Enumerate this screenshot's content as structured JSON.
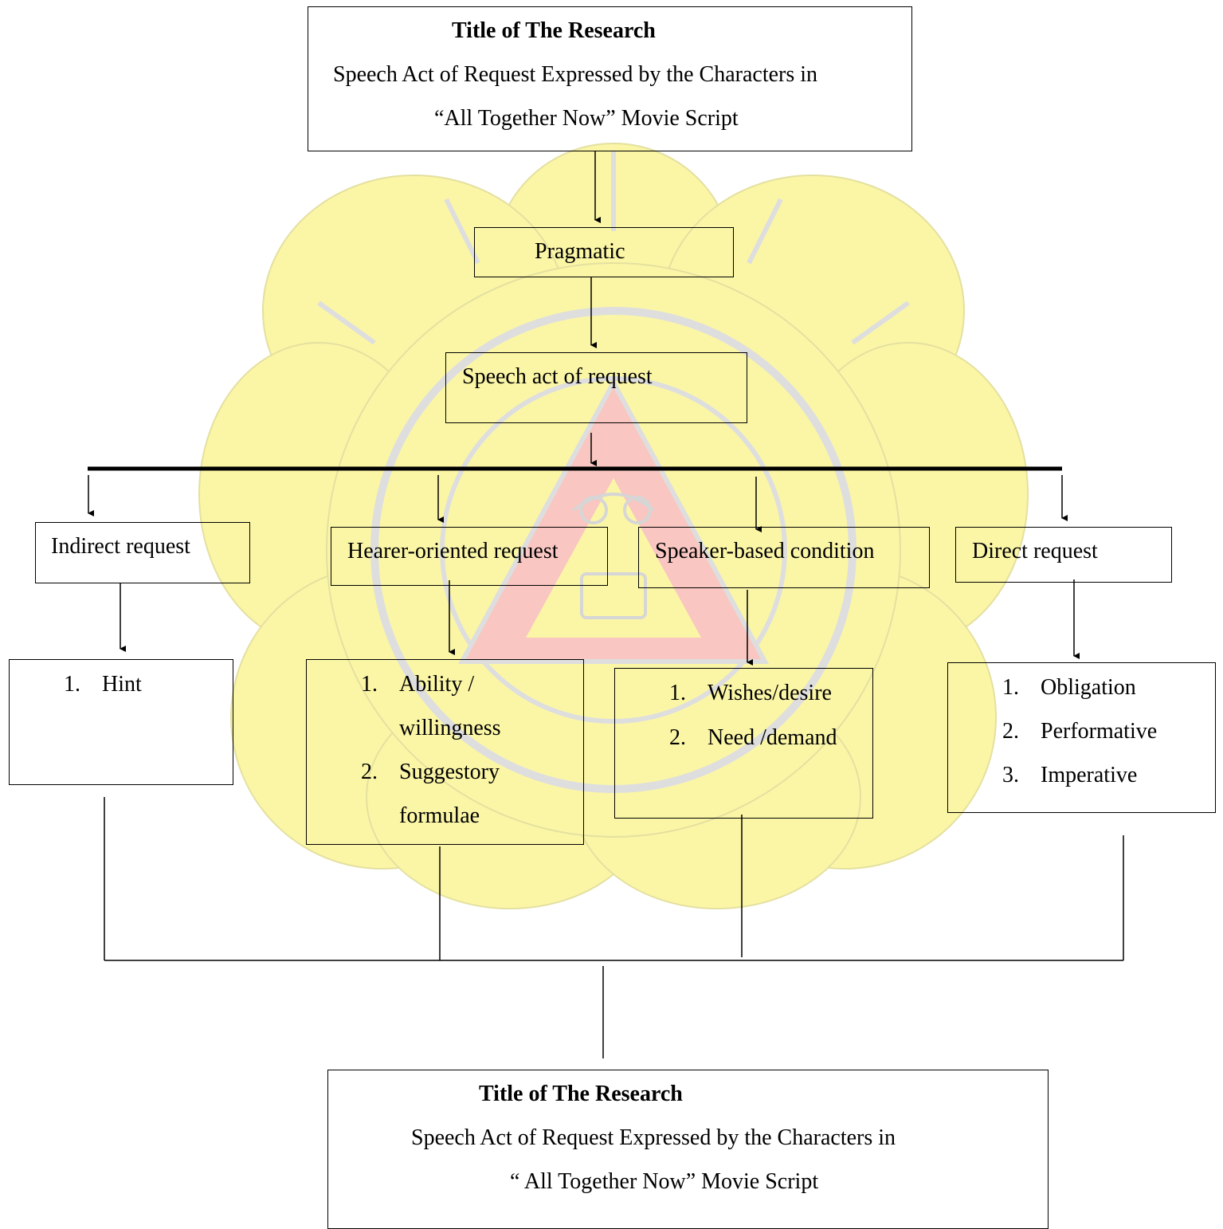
{
  "title_top": {
    "heading": "Title of The Research",
    "line1": "Speech Act of Request Expressed by the Characters in",
    "line2": "“All Together Now” Movie Script"
  },
  "pragmatic": {
    "label": "Pragmatic"
  },
  "speech_act": {
    "label": "Speech act of request"
  },
  "categories": {
    "indirect": {
      "label": "Indirect request",
      "items": [
        {
          "num": "1.",
          "text": "Hint"
        }
      ]
    },
    "hearer": {
      "label": "Hearer-oriented request",
      "items": [
        {
          "num": "1.",
          "text": "Ability /",
          "cont": "willingness"
        },
        {
          "num": "2.",
          "text": "Suggestory",
          "cont": "formulae"
        }
      ]
    },
    "speaker": {
      "label": "Speaker-based condition",
      "items": [
        {
          "num": "1.",
          "text": "Wishes/desire"
        },
        {
          "num": "2.",
          "text": "Need /demand"
        }
      ]
    },
    "direct": {
      "label": "Direct request",
      "items": [
        {
          "num": "1.",
          "text": "Obligation"
        },
        {
          "num": "2.",
          "text": "Performative"
        },
        {
          "num": "3.",
          "text": "Imperative"
        }
      ]
    }
  },
  "title_bottom": {
    "heading": "Title of The Research",
    "line1": "Speech Act of Request Expressed by the Characters in",
    "line2": "“ All Together Now” Movie Script"
  },
  "colors": {
    "watermark_yellow": "#fbf6a6",
    "watermark_red": "#f9c6c1",
    "watermark_line": "#dedede"
  }
}
